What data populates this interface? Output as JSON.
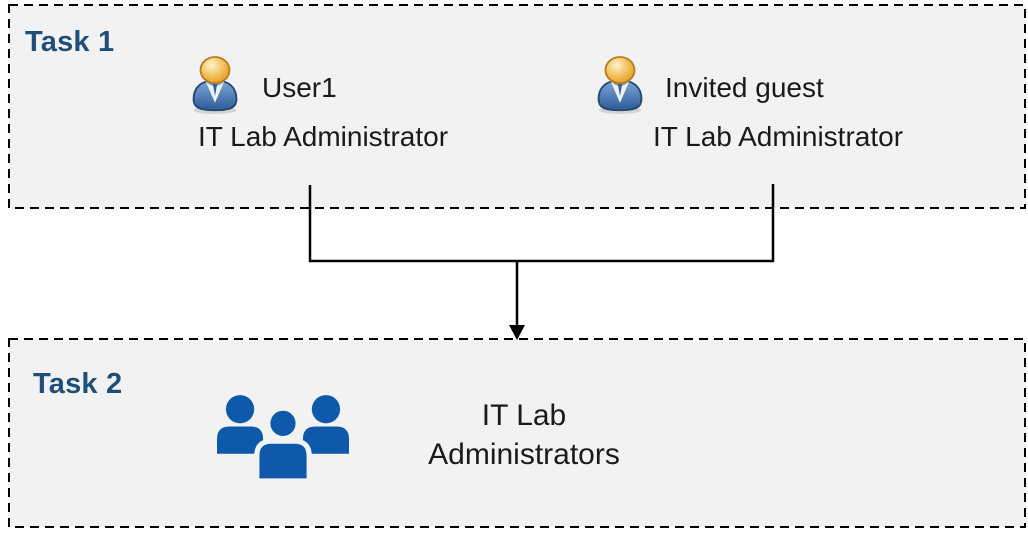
{
  "colors": {
    "box_fill": "#f2f2f2",
    "box_border": "#000000",
    "task_label": "#1F4E79",
    "text": "#1a1a1a",
    "connector": "#000000",
    "group_icon_blue": "#0E59A9",
    "person_head_orange": "#E59A24",
    "person_body_blue": "#35619E"
  },
  "task1": {
    "label": "Task 1",
    "people": [
      {
        "icon": "person-icon",
        "name": "User1",
        "role": "IT Lab Administrator"
      },
      {
        "icon": "person-icon",
        "name": "Invited guest",
        "role": "IT Lab Administrator"
      }
    ]
  },
  "connector": {
    "style": "merge-arrow",
    "from": "Task 1",
    "to": "Task 2"
  },
  "task2": {
    "label": "Task 2",
    "icon": "group-icon",
    "title_line1": "IT Lab",
    "title_line2": "Administrators"
  }
}
